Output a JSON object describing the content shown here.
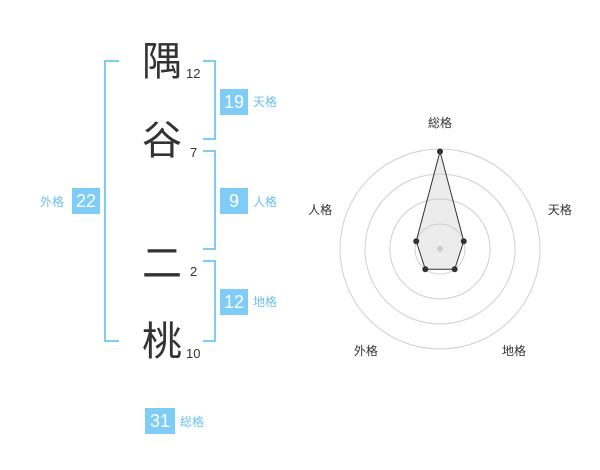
{
  "name": {
    "chars": [
      {
        "char": "隅",
        "strokes": "12"
      },
      {
        "char": "谷",
        "strokes": "7"
      },
      {
        "char": "二",
        "strokes": "2"
      },
      {
        "char": "桃",
        "strokes": "10"
      }
    ]
  },
  "kaku": {
    "tenkaku": {
      "value": "19",
      "label": "天格"
    },
    "jinkaku": {
      "value": "9",
      "label": "人格"
    },
    "chikaku": {
      "value": "12",
      "label": "地格"
    },
    "gaikaku": {
      "value": "22",
      "label": "外格"
    },
    "soukaku": {
      "value": "31",
      "label": "総格"
    }
  },
  "chart_data": {
    "type": "radar",
    "axes": [
      "総格",
      "天格",
      "地格",
      "外格",
      "人格"
    ],
    "max": 4,
    "levels": 4,
    "values": [
      3.9,
      1.0,
      1.0,
      1.0,
      1.0
    ]
  },
  "colors": {
    "accent": "#7fcdf7",
    "label": "#6cc0ee",
    "text": "#333333"
  }
}
